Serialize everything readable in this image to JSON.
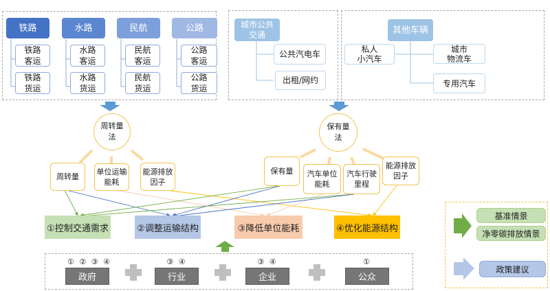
{
  "transport_modes": [
    {
      "label": "铁路",
      "color": "#4472c4",
      "children": [
        "铁路\n客运",
        "铁路\n货运"
      ]
    },
    {
      "label": "水路",
      "color": "#5b86d0",
      "children": [
        "水路\n客运",
        "水路\n货运"
      ]
    },
    {
      "label": "民航",
      "color": "#7d9fdb",
      "children": [
        "民航\n客运",
        "民航\n货运"
      ]
    },
    {
      "label": "公路",
      "color": "#9fb8e4",
      "children": [
        "公路\n客运",
        "公路\n货运"
      ]
    }
  ],
  "urban_transit": {
    "label": "城市公共\n交通",
    "children": [
      "公共汽电车",
      "出租/网约"
    ]
  },
  "other_vehicles": {
    "label": "其他车辆",
    "children": [
      "私人\n小汽车",
      "城市\n物流车",
      "专用汽车"
    ]
  },
  "methods": [
    {
      "label": "周转量\n法",
      "factors": [
        "周转量",
        "单位运输\n能耗",
        "能源排放\n因子"
      ]
    },
    {
      "label": "保有量\n法",
      "factors": [
        "保有量",
        "汽车单位\n能耗",
        "汽车行驶\n里程",
        "能源排放\n因子"
      ]
    }
  ],
  "goals": [
    {
      "label": "①控制交通需求",
      "color": "#c5e0b4"
    },
    {
      "label": "②调整运输结构",
      "color": "#b4c7e7"
    },
    {
      "label": "③降低单位能耗",
      "color": "#f8cbad"
    },
    {
      "label": "④优化能源结构",
      "color": "#ffc000"
    }
  ],
  "actors": [
    {
      "label": "政府",
      "goals": "① ② ③ ④"
    },
    {
      "label": "行业",
      "goals": "③ ④"
    },
    {
      "label": "企业",
      "goals": "③ ④"
    },
    {
      "label": "公众",
      "goals": "①"
    }
  ],
  "legend": {
    "scenario_items": [
      "基准情景",
      "净零碳排放情景"
    ],
    "policy_item": "政策建议",
    "colors": {
      "green_arrow": "#70ad47",
      "blue_arrow": "#b4c7e7",
      "scenario_fill": "#c5e0b4",
      "policy_fill": "#b4c7e7"
    }
  }
}
